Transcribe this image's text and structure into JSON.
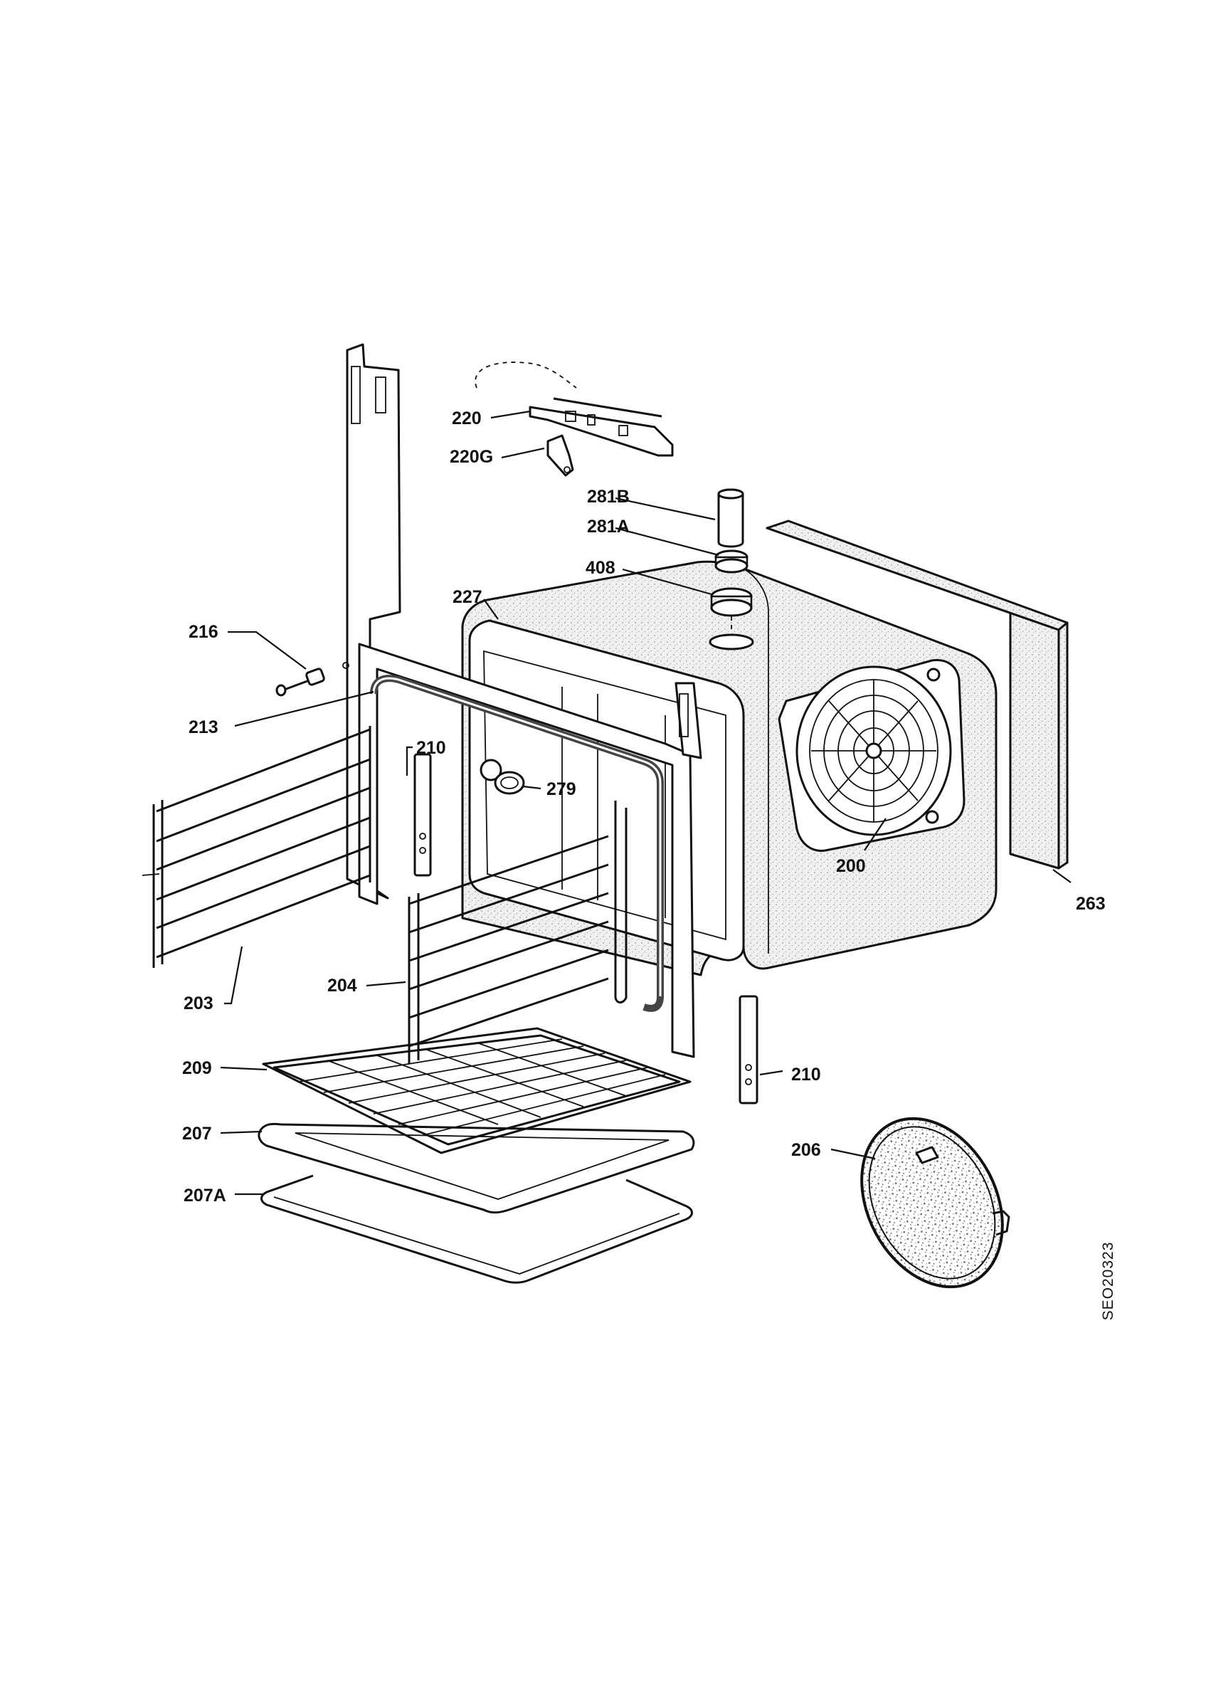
{
  "diagram": {
    "parts": [
      {
        "id": "p220",
        "label": "220"
      },
      {
        "id": "p220g",
        "label": "220G"
      },
      {
        "id": "p281b",
        "label": "281B"
      },
      {
        "id": "p281a",
        "label": "281A"
      },
      {
        "id": "p408",
        "label": "408"
      },
      {
        "id": "p227",
        "label": "227"
      },
      {
        "id": "p216",
        "label": "216"
      },
      {
        "id": "p213",
        "label": "213"
      },
      {
        "id": "p210a",
        "label": "210"
      },
      {
        "id": "p279",
        "label": "279"
      },
      {
        "id": "p200",
        "label": "200"
      },
      {
        "id": "p263",
        "label": "263"
      },
      {
        "id": "p203",
        "label": "203"
      },
      {
        "id": "p204",
        "label": "204"
      },
      {
        "id": "p209",
        "label": "209"
      },
      {
        "id": "p210b",
        "label": "210"
      },
      {
        "id": "p207",
        "label": "207"
      },
      {
        "id": "p206",
        "label": "206"
      },
      {
        "id": "p207a",
        "label": "207A"
      }
    ],
    "drawing_code": "SEO20323"
  }
}
